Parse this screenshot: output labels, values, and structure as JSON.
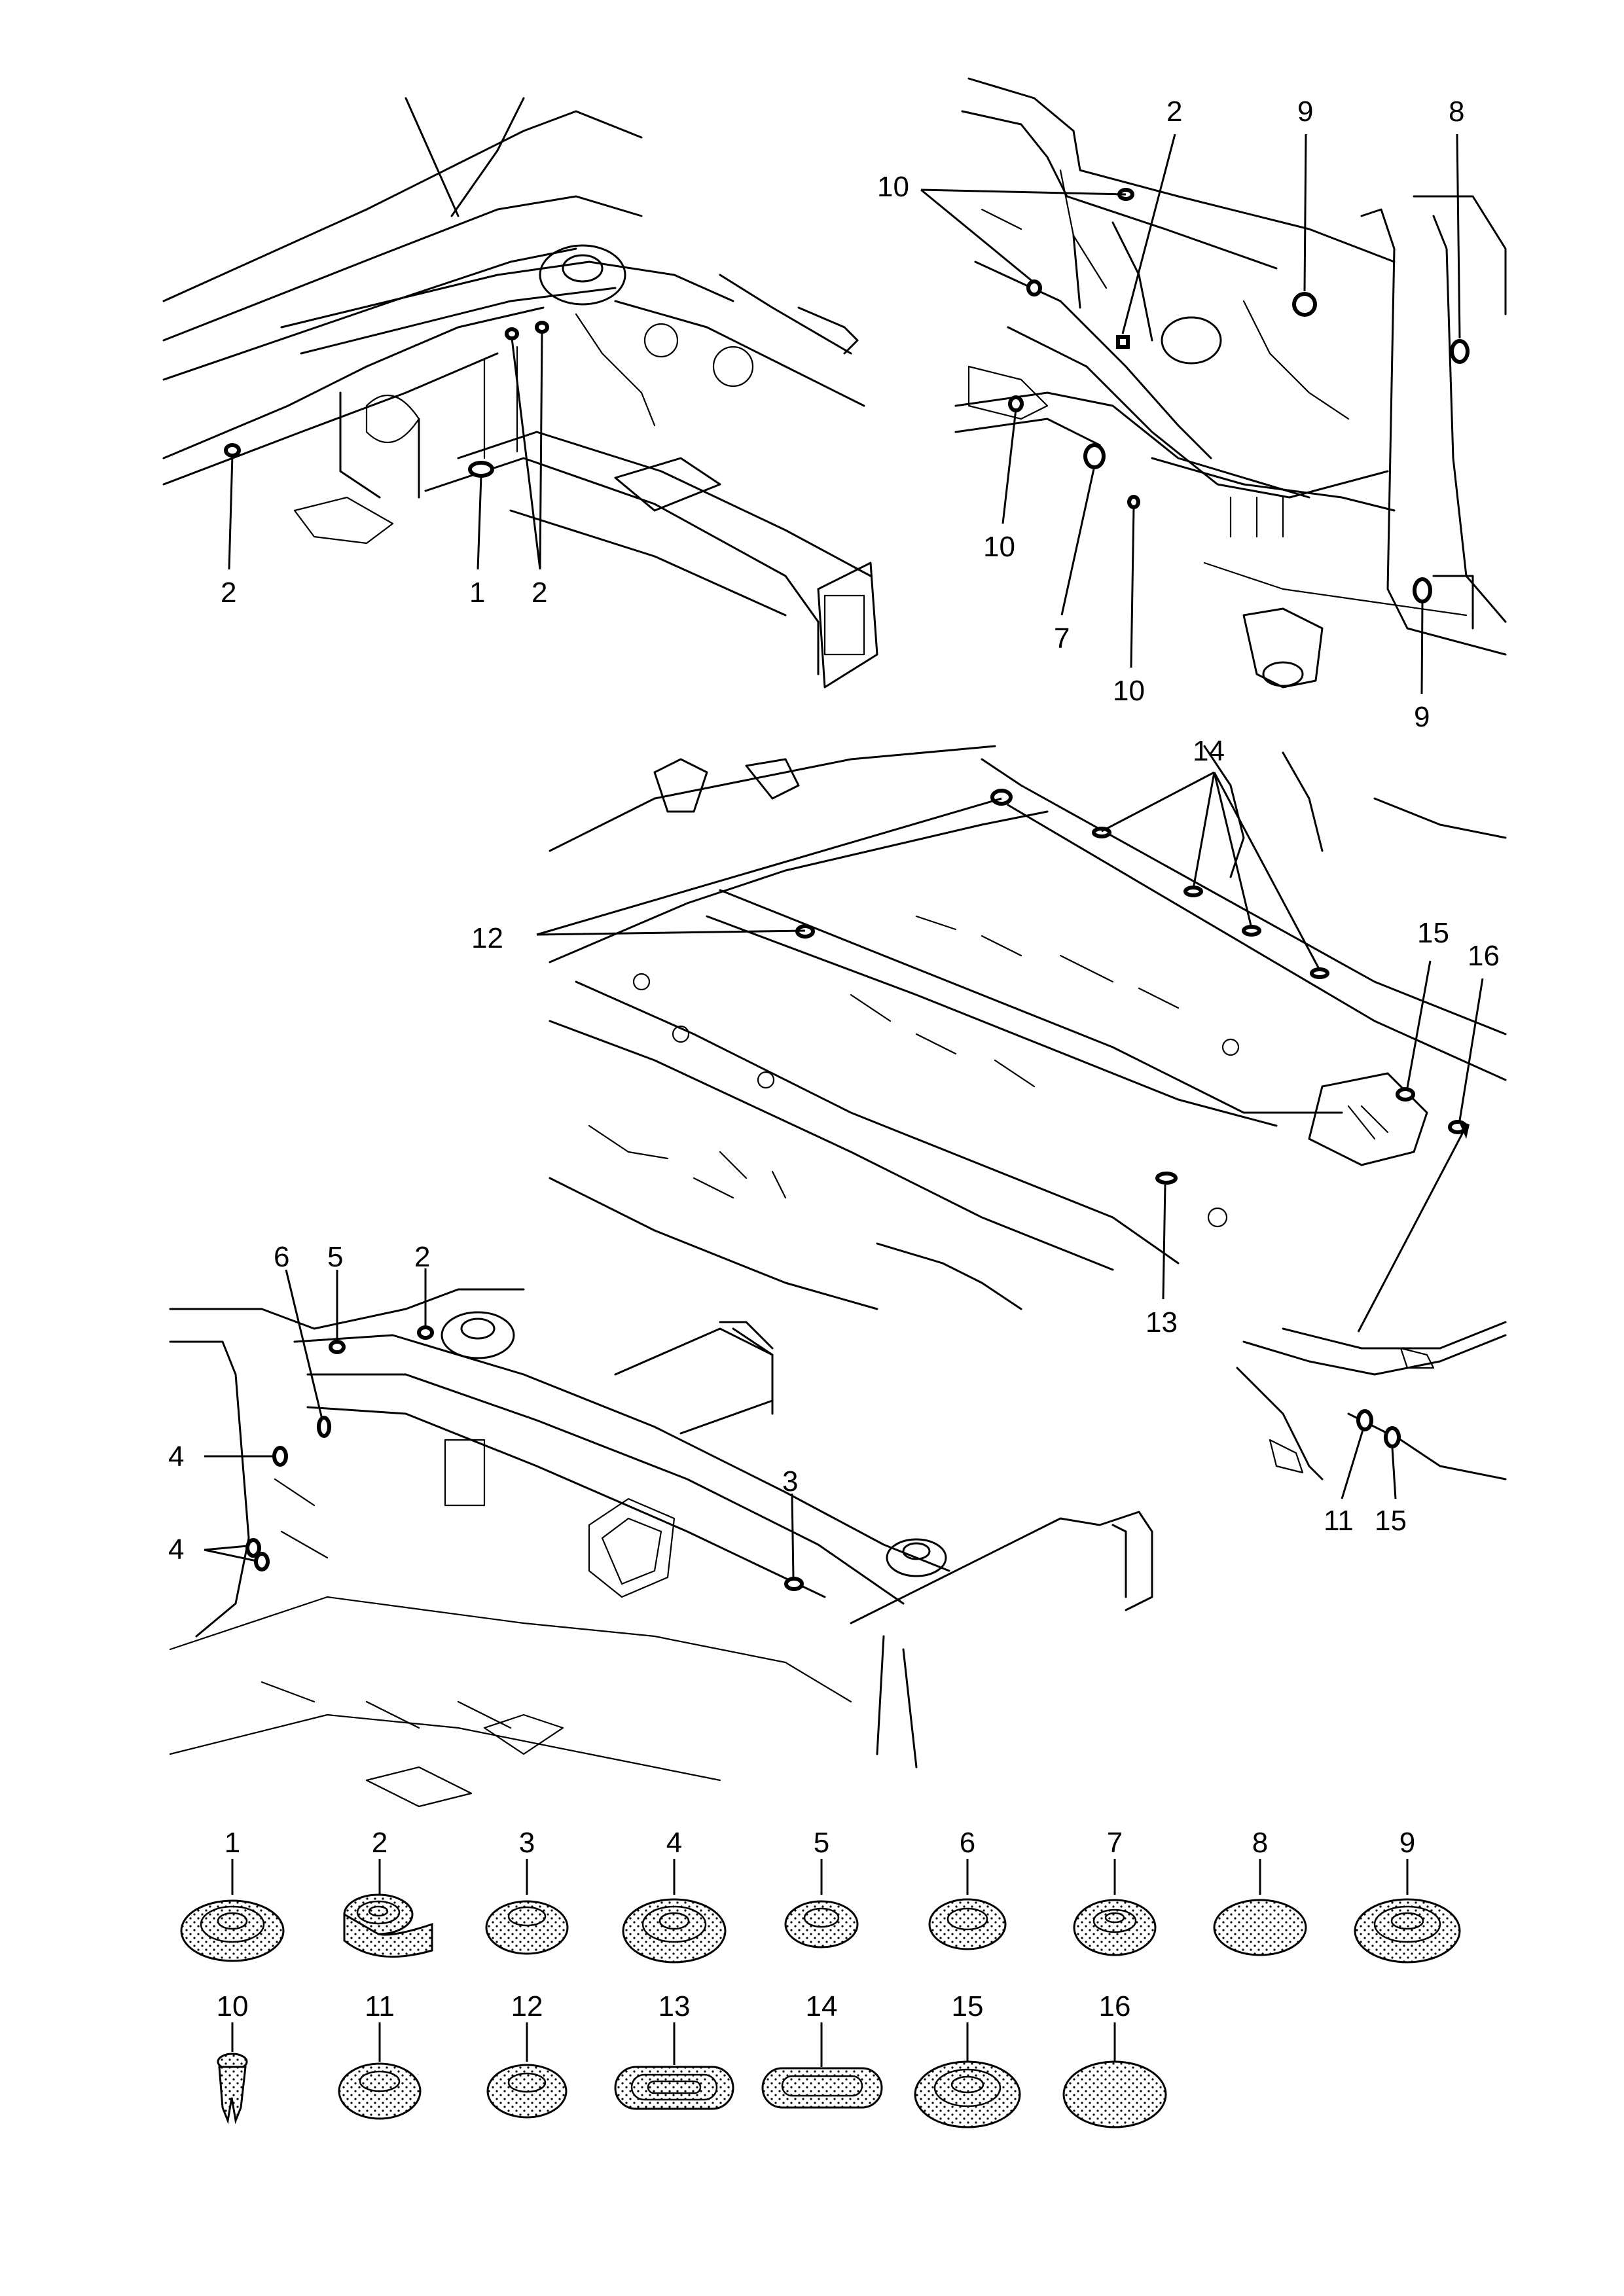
{
  "views": [
    {
      "id": "front-left-wheelhouse",
      "callouts": [
        "2",
        "1",
        "2"
      ]
    },
    {
      "id": "front-right-wheelhouse",
      "callouts": [
        "2",
        "9",
        "8",
        "10",
        "10",
        "7",
        "10",
        "9"
      ]
    },
    {
      "id": "floor-pan",
      "callouts": [
        "14",
        "12",
        "15",
        "16",
        "13"
      ]
    },
    {
      "id": "floor-detail",
      "callouts": [
        "11",
        "15"
      ]
    },
    {
      "id": "front-bulkhead",
      "callouts": [
        "6",
        "5",
        "2",
        "4",
        "4",
        "3"
      ]
    }
  ],
  "parts": [
    {
      "number": "1",
      "icon": "round-grommet-icon"
    },
    {
      "number": "2",
      "icon": "tape-roll-icon"
    },
    {
      "number": "3",
      "icon": "small-plug-icon"
    },
    {
      "number": "4",
      "icon": "round-grommet-icon"
    },
    {
      "number": "5",
      "icon": "small-plug-icon"
    },
    {
      "number": "6",
      "icon": "small-plug-icon"
    },
    {
      "number": "7",
      "icon": "small-plug-icon"
    },
    {
      "number": "8",
      "icon": "solid-plug-icon"
    },
    {
      "number": "9",
      "icon": "round-grommet-icon"
    },
    {
      "number": "10",
      "icon": "clip-icon"
    },
    {
      "number": "11",
      "icon": "small-plug-icon"
    },
    {
      "number": "12",
      "icon": "small-plug-icon"
    },
    {
      "number": "13",
      "icon": "oval-grommet-icon"
    },
    {
      "number": "14",
      "icon": "oval-plug-icon"
    },
    {
      "number": "15",
      "icon": "round-grommet-icon"
    },
    {
      "number": "16",
      "icon": "solid-plug-icon"
    }
  ]
}
